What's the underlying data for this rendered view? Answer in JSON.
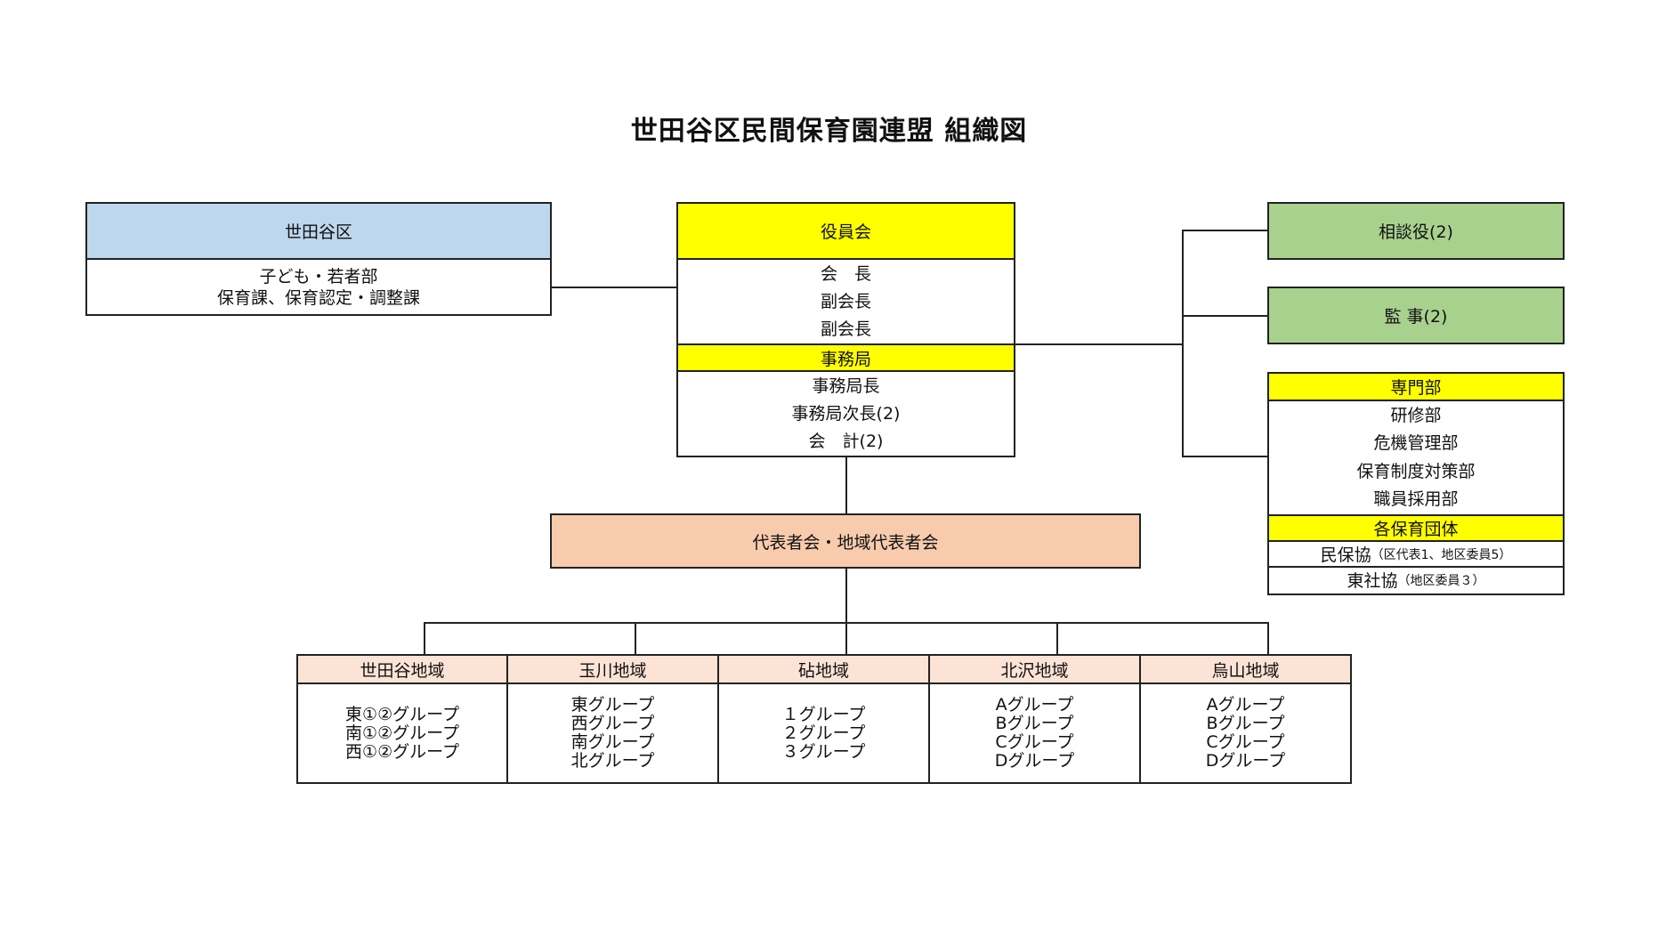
{
  "title": "世田谷区民間保育園連盟 組織図",
  "setagaya": {
    "header": "世田谷区",
    "lines": [
      "子ども・若者部",
      "保育課、保育認定・調整課"
    ]
  },
  "officers": {
    "header": "役員会",
    "members": [
      "会　長",
      "副会長",
      "副会長"
    ],
    "secretariat_header": "事務局",
    "secretariat_members": [
      "事務局長",
      "事務局次長(2)",
      "会　計(2)"
    ]
  },
  "advisors": {
    "label": "相談役(2)"
  },
  "auditors": {
    "label": "監 事(2)"
  },
  "departments": {
    "header": "専門部",
    "items": [
      "研修部",
      "危機管理部",
      "保育制度対策部",
      "職員採用部"
    ],
    "groups_header": "各保育団体",
    "groups": [
      {
        "name": "民保協",
        "note": "（区代表1、地区委員5）"
      },
      {
        "name": "東社協",
        "note": "（地区委員３）"
      }
    ]
  },
  "representatives": {
    "label": "代表者会・地域代表者会"
  },
  "regions": [
    {
      "name": "世田谷地域",
      "groups": [
        "東①②グループ",
        "南①②グループ",
        "西①②グループ"
      ]
    },
    {
      "name": "玉川地域",
      "groups": [
        "東グループ",
        "西グループ",
        "南グループ",
        "北グループ"
      ]
    },
    {
      "name": "砧地域",
      "groups": [
        "１グループ",
        "２グループ",
        "３グループ"
      ]
    },
    {
      "name": "北沢地域",
      "groups": [
        "Aグループ",
        "Bグループ",
        "Cグループ",
        "Dグループ"
      ]
    },
    {
      "name": "烏山地域",
      "groups": [
        "Aグループ",
        "Bグループ",
        "Cグループ",
        "Dグループ"
      ]
    }
  ],
  "colors": {
    "ward_blue": "#bdd7ee",
    "yellow": "#ffff00",
    "green": "#a9d18e",
    "peach": "#f8cbad",
    "light_peach": "#fde3d6"
  }
}
